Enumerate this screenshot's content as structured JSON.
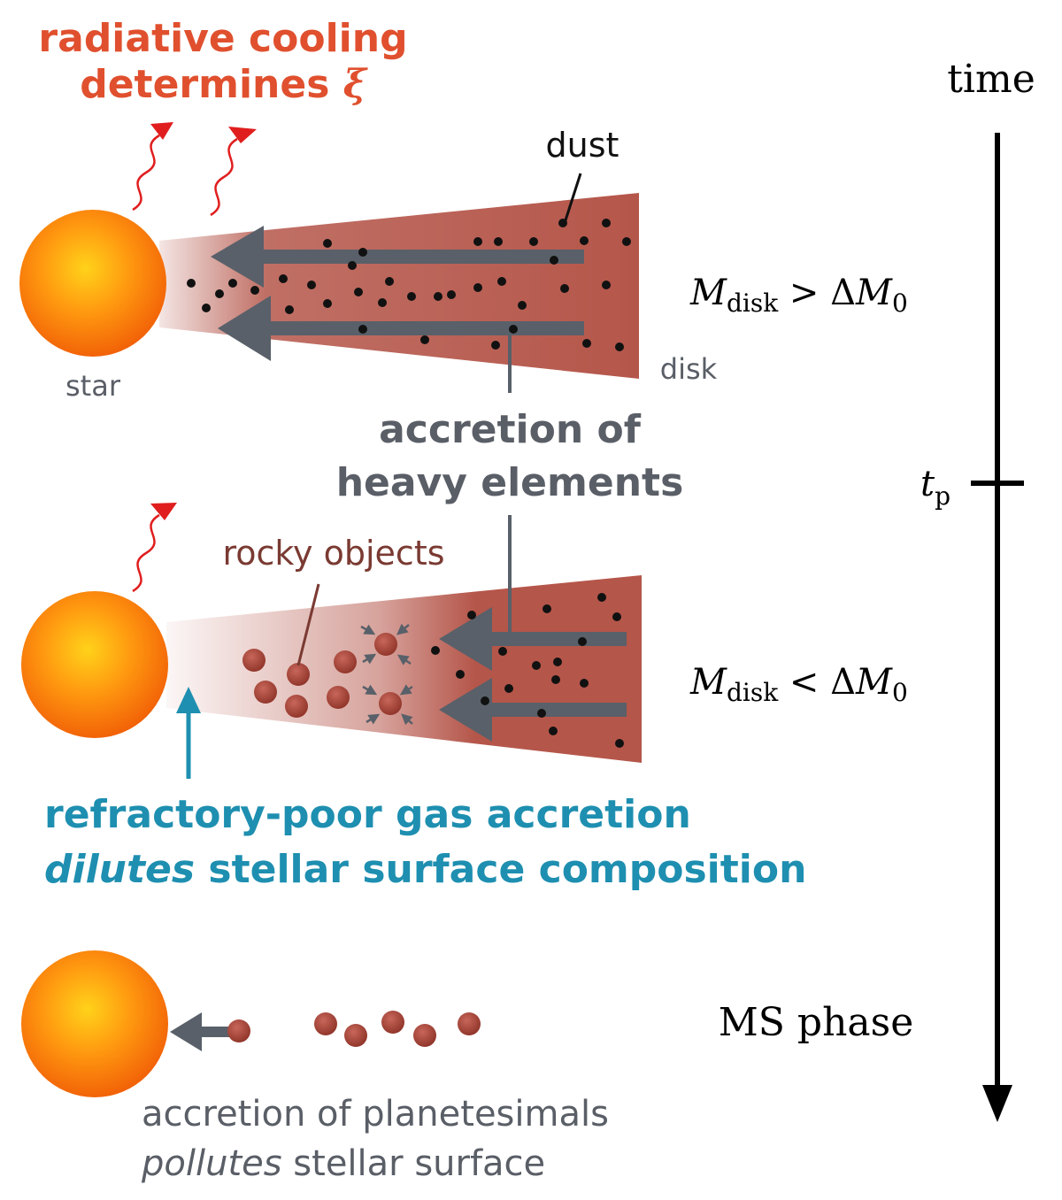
{
  "labels": {
    "cooling_line1": "radiative cooling",
    "cooling_line2": "determines ",
    "xi": "ξ",
    "dust": "dust",
    "star": "star",
    "disk": "disk",
    "accretion_heavy_line1": "accretion of",
    "accretion_heavy_line2": "heavy elements",
    "rocky_objects": "rocky objects",
    "gas_line1": "refractory-poor gas accretion",
    "gas_line2_italic": "dilutes",
    "gas_line2_rest": " stellar surface composition",
    "plan_line1": "accretion of planetesimals",
    "plan_line2_italic": "pollutes",
    "plan_line2_rest": " stellar surface"
  },
  "timeline": {
    "title": "time",
    "tp_main": "t",
    "tp_sub": "p",
    "stage1_M": "M",
    "stage1_sub": "disk",
    "stage1_rel": " > Δ",
    "stage1_M0": "M",
    "stage1_sub0": "0",
    "stage2_M": "M",
    "stage2_sub": "disk",
    "stage2_rel": " < Δ",
    "stage2_M0": "M",
    "stage2_sub0": "0",
    "stage3": "MS phase"
  },
  "colors": {
    "cooling_text": "#e0502e",
    "gas_text": "#1e8fb0",
    "gray_text": "#5a5e66",
    "rocky_text": "#7a3a32",
    "disk": "#b5564a",
    "arrow": "#596069",
    "wave": "#e01e1e"
  }
}
